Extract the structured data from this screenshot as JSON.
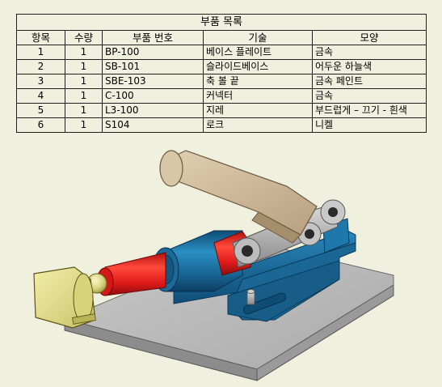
{
  "bom": {
    "title": "부품 목록",
    "headers": [
      "항목",
      "수량",
      "부품 번호",
      "기술",
      "모양"
    ],
    "rows": [
      {
        "item": "1",
        "qty": "1",
        "part": "BP-100",
        "desc": "베이스 플레이트",
        "finish": "금속"
      },
      {
        "item": "2",
        "qty": "1",
        "part": "SB-101",
        "desc": "슬라이드베이스",
        "finish": "어두운 하늘색"
      },
      {
        "item": "3",
        "qty": "1",
        "part": "SBE-103",
        "desc": "축 볼 끝",
        "finish": "금속 페인트"
      },
      {
        "item": "4",
        "qty": "1",
        "part": "C-100",
        "desc": "커넥터",
        "finish": "금속"
      },
      {
        "item": "5",
        "qty": "1",
        "part": "L3-100",
        "desc": "지레",
        "finish": "부드럽게 – 끄기 - 흰색"
      },
      {
        "item": "6",
        "qty": "1",
        "part": "S104",
        "desc": "로크",
        "finish": "니켈"
      }
    ]
  },
  "colors": {
    "background": "#f0f0df",
    "base_plate": "#b4b4b4",
    "slide_base": "#1f6b9a",
    "shaft": "#e01b1b",
    "lever": "#c8b294",
    "knob": "#e6e29a"
  }
}
